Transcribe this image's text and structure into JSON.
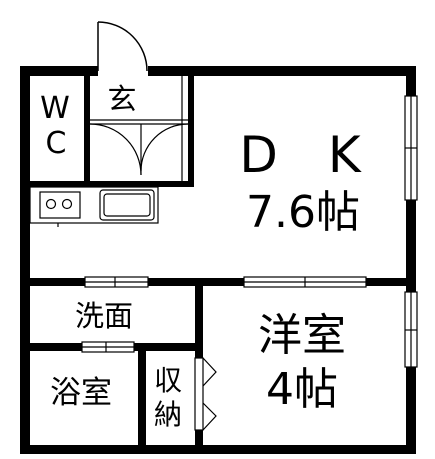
{
  "rooms": {
    "toilet": {
      "line1": "W",
      "line2": "C"
    },
    "entrance": {
      "label": "玄"
    },
    "dining_kitchen": {
      "name": "D　K",
      "size": "7.6帖"
    },
    "washroom": {
      "label": "洗面"
    },
    "western_room": {
      "name": "洋室",
      "size": "4帖"
    },
    "bathroom": {
      "label": "浴室"
    },
    "storage": {
      "line1": "収",
      "line2": "納"
    }
  }
}
